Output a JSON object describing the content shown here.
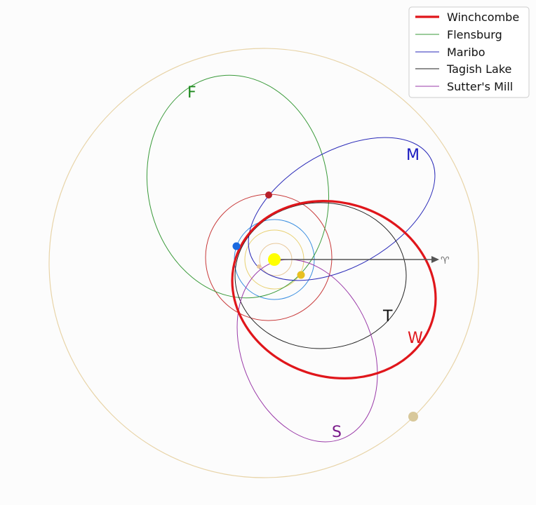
{
  "legend": {
    "entries": [
      {
        "name": "Winchcombe",
        "color": "#e0161b",
        "width": 3.2
      },
      {
        "name": "Flensburg",
        "color": "#3a9a3a",
        "width": 1
      },
      {
        "name": "Maribo",
        "color": "#2a2ab8",
        "width": 1
      },
      {
        "name": "Tagish Lake",
        "color": "#222222",
        "width": 1
      },
      {
        "name": "Sutter's Mill",
        "color": "#9a3aa8",
        "width": 1
      }
    ]
  },
  "orbit_labels": {
    "winchcombe": {
      "text": "W",
      "color": "#e0161b"
    },
    "flensburg": {
      "text": "F",
      "color": "#1e8a1e"
    },
    "maribo": {
      "text": "M",
      "color": "#1a1ac0"
    },
    "tagish_lake": {
      "text": "T",
      "color": "#111111"
    },
    "sutters_mill": {
      "text": "S",
      "color": "#7a1a8a"
    }
  },
  "vernal_equinox_symbol": "♈",
  "colors": {
    "sun": "#ffff00",
    "mercury": "#e8c89a",
    "venus": "#e8d070",
    "earth": "#3a8ee0",
    "mars": "#c83a3a",
    "jupiter": "#e8d4a8",
    "jupiter_body": "#d8c89a",
    "earth_body": "#1a6ae0",
    "mars_body": "#b8202a",
    "venus_body": "#e8c020",
    "arrow": "#555555"
  }
}
